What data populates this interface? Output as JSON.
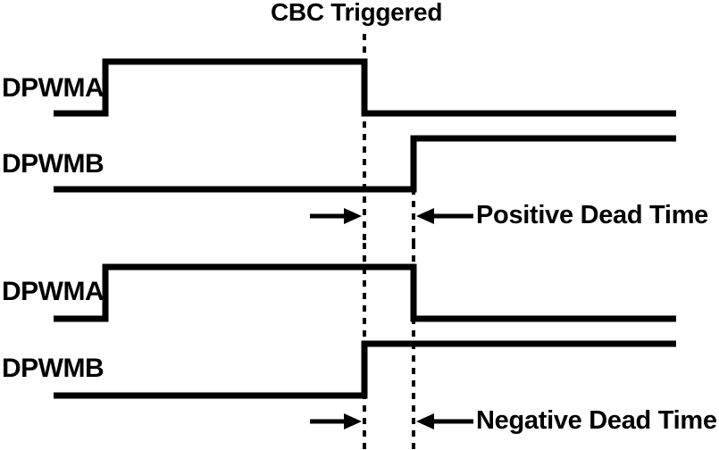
{
  "figure": {
    "title": "CBC Triggered",
    "background_color": "#ffffff",
    "line_color": "#000000"
  },
  "groups": [
    {
      "name": "positive-dead-time-group",
      "signals": [
        {
          "name": "DPWMA",
          "label": "DPWMA"
        },
        {
          "name": "DPWMB",
          "label": "DPWMB"
        }
      ],
      "annotation": "Positive Dead Time"
    },
    {
      "name": "negative-dead-time-group",
      "signals": [
        {
          "name": "DPWMA",
          "label": "DPWMA"
        },
        {
          "name": "DPWMB",
          "label": "DPWMB"
        }
      ],
      "annotation": "Negative Dead Time"
    }
  ],
  "markers": [
    {
      "name": "cbc-trigger-marker",
      "label": "CBC Triggered",
      "style": "dashed"
    },
    {
      "name": "dead-time-edge-marker",
      "label": "",
      "style": "dashed"
    }
  ],
  "chart_data": {
    "type": "line",
    "title": "CBC Triggered",
    "xlabel": "",
    "ylabel": "",
    "x": [
      0,
      118,
      408,
      463,
      757
    ],
    "series": [
      {
        "name": "DPWMA (positive dead time)",
        "description": "Rises early, falls at CBC trigger instant",
        "transitions": [
          {
            "x": 60,
            "level": "low"
          },
          {
            "x": 118,
            "level": "high"
          },
          {
            "x": 408,
            "level": "low"
          },
          {
            "x": 757,
            "level": "low"
          }
        ]
      },
      {
        "name": "DPWMB (positive dead time)",
        "description": "Stays low through CBC trigger, rises after dead-time delay",
        "transitions": [
          {
            "x": 60,
            "level": "low"
          },
          {
            "x": 463,
            "level": "high"
          },
          {
            "x": 757,
            "level": "high"
          }
        ]
      },
      {
        "name": "DPWMA (negative dead time)",
        "description": "Rises early, falls after the CBC trigger instant",
        "transitions": [
          {
            "x": 60,
            "level": "low"
          },
          {
            "x": 118,
            "level": "high"
          },
          {
            "x": 463,
            "level": "low"
          },
          {
            "x": 757,
            "level": "low"
          }
        ]
      },
      {
        "name": "DPWMB (negative dead time)",
        "description": "Rises at the CBC trigger instant, before DPWMA falls",
        "transitions": [
          {
            "x": 60,
            "level": "low"
          },
          {
            "x": 408,
            "level": "high"
          },
          {
            "x": 757,
            "level": "high"
          }
        ]
      }
    ],
    "annotations": [
      {
        "text": "CBC Triggered",
        "x": 408,
        "type": "vertical-marker-label"
      },
      {
        "text": "Positive Dead Time",
        "from_x": 408,
        "to_x": 463,
        "type": "interval"
      },
      {
        "text": "Negative Dead Time",
        "from_x": 408,
        "to_x": 463,
        "type": "interval"
      }
    ],
    "legend": "none",
    "grid": false
  }
}
